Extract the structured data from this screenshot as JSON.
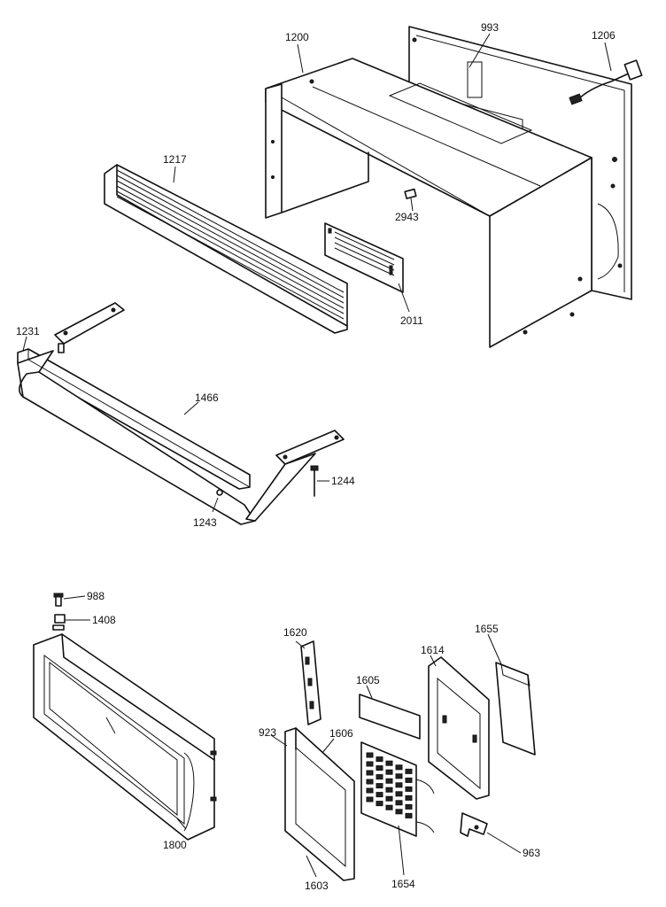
{
  "callouts": {
    "p1200": "1200",
    "p993": "993",
    "p1206": "1206",
    "p1217": "1217",
    "p2943": "2943",
    "p2011": "2011",
    "p1231": "1231",
    "p1466": "1466",
    "p1244": "1244",
    "p1243": "1243",
    "p988": "988",
    "p1408": "1408",
    "p1800": "1800",
    "p1620": "1620",
    "p1605": "1605",
    "p1614": "1614",
    "p1655": "1655",
    "p923": "923",
    "p1606": "1606",
    "p963": "963",
    "p1603": "1603",
    "p1654": "1654"
  }
}
